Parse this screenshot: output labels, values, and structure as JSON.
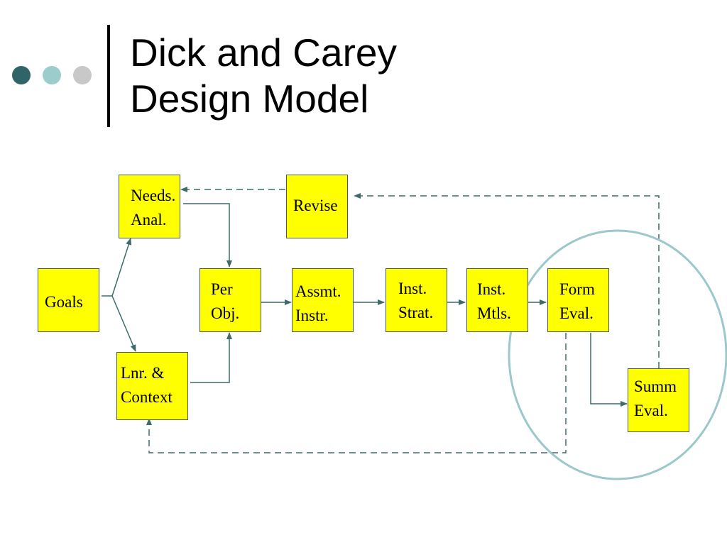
{
  "slide": {
    "title_line1": "Dick and Carey",
    "title_line2": "Design Model"
  },
  "colors": {
    "box_fill": "#ffff00",
    "box_border": "#4a5a5a",
    "arrow": "#3e6a6a",
    "circle": "#9cc8cc",
    "dot_dark": "#2f6468",
    "dot_mid": "#9ccccc",
    "dot_light": "#c8c8c8"
  },
  "boxes": {
    "goals": [
      "Goals"
    ],
    "needs": [
      "Needs.",
      "Anal."
    ],
    "revise": [
      "Revise"
    ],
    "learner": [
      "Lnr. &",
      "Context"
    ],
    "perobj": [
      "Per",
      "Obj."
    ],
    "assmt": [
      "Assmt.",
      "Instr."
    ],
    "strat": [
      "Inst.",
      "Strat."
    ],
    "mtls": [
      "Inst.",
      "Mtls."
    ],
    "form": [
      "Form",
      "Eval."
    ],
    "summ": [
      "Summ",
      "Eval."
    ]
  }
}
